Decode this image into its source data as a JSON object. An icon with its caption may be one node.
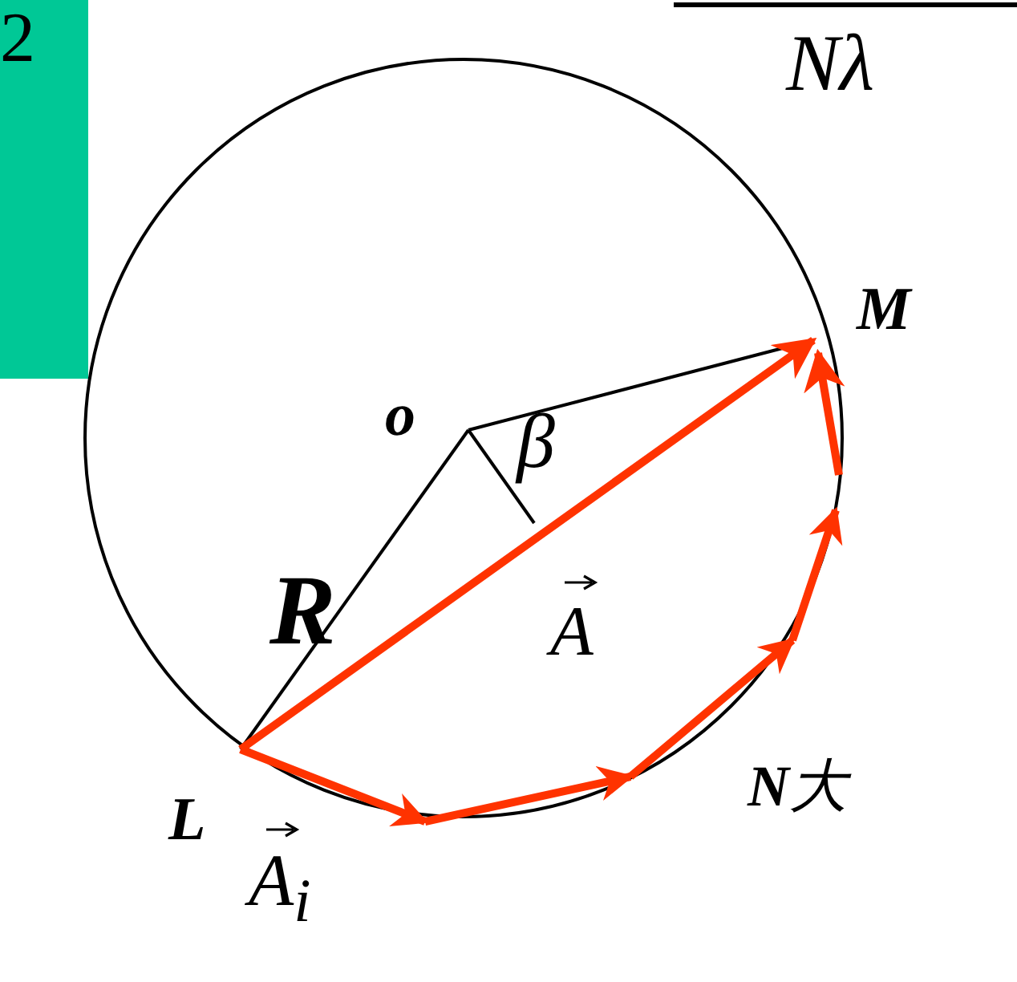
{
  "diagram": {
    "nodes": [
      {
        "text": [
          "o"
        ]
      },
      {
        "text": [
          "M"
        ]
      },
      {
        "text": [
          "L"
        ]
      }
    ],
    "edges": [
      {
        "from": 0,
        "to": 2,
        "arrow": "none",
        "label": "R"
      },
      {
        "from": 0,
        "to": 1,
        "arrow": "none"
      },
      {
        "from": 2,
        "to": 1,
        "arrow": "to",
        "label": "A",
        "style": "thick",
        "color": "#ff3300"
      },
      {
        "from": null,
        "to": 1,
        "arrow": "to",
        "style": "thick",
        "color": "#ff3300"
      }
    ],
    "labels": [
      "2",
      "Nλ",
      "β",
      "A$_{i}$",
      "**N**大"
    ]
  }
}
